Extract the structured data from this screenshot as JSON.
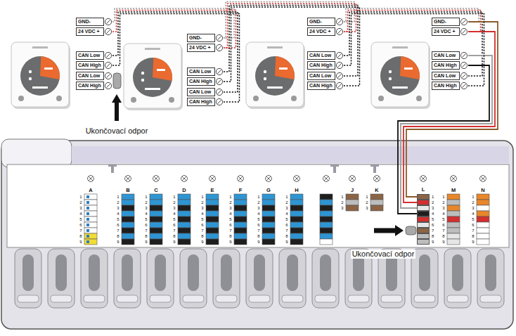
{
  "diagram": {
    "nodes": [
      {
        "text": [
          "GND-",
          "24 VDC +",
          "CAN Low",
          "CAN High",
          "CAN Low",
          "CAN High"
        ]
      },
      {
        "text": [
          "GND-",
          "24 VDC +",
          "CAN Low",
          "CAN High",
          "CAN Low",
          "CAN High"
        ]
      },
      {
        "text": [
          "GND-",
          "24 VDC +",
          "CAN Low",
          "CAN High",
          "CAN Low",
          "CAN High"
        ]
      },
      {
        "text": [
          "GND-",
          "24 VDC +",
          "CAN Low",
          "CAN High",
          "CAN Low",
          "CAN High"
        ]
      },
      {
        "text": [
          "L",
          "1",
          "2",
          "3",
          "4",
          "5",
          "6",
          "7",
          "8",
          "9"
        ]
      }
    ],
    "edges": [
      {
        "from": 0,
        "to": 1,
        "arrow": "none"
      },
      {
        "from": 1,
        "to": 2,
        "arrow": "none"
      },
      {
        "from": 2,
        "to": 3,
        "arrow": "none"
      },
      {
        "from": 3,
        "to": 4,
        "arrow": "none"
      }
    ],
    "labels": [
      "Ukončovací odpor",
      "A",
      "1",
      "2",
      "3",
      "4",
      "5",
      "6",
      "7",
      "8",
      "9",
      "B",
      "1",
      "2",
      "3",
      "4",
      "5",
      "6",
      "7",
      "8",
      "9",
      "C",
      "1",
      "2",
      "3",
      "4",
      "5",
      "6",
      "7",
      "8",
      "9",
      "D",
      "1",
      "2",
      "3",
      "4",
      "5",
      "6",
      "7",
      "8",
      "9",
      "E",
      "1",
      "2",
      "3",
      "4",
      "5",
      "6",
      "7",
      "8",
      "9",
      "F",
      "1",
      "2",
      "3",
      "4",
      "5",
      "6",
      "7",
      "8",
      "9",
      "G",
      "1",
      "2",
      "3",
      "4",
      "5",
      "6",
      "7",
      "8",
      "9",
      "H",
      "1",
      "2",
      "3",
      "4",
      "5",
      "6",
      "7",
      "8",
      "9",
      "J",
      "1",
      "2",
      "3",
      "K",
      "1",
      "2",
      "3",
      "M",
      "1",
      "2",
      "3",
      "4",
      "5",
      "6",
      "7",
      "8",
      "9",
      "N",
      "1",
      "2",
      "3",
      "4",
      "5",
      "6",
      "7",
      "8",
      "9",
      "Ukončovací odpor"
    ]
  }
}
